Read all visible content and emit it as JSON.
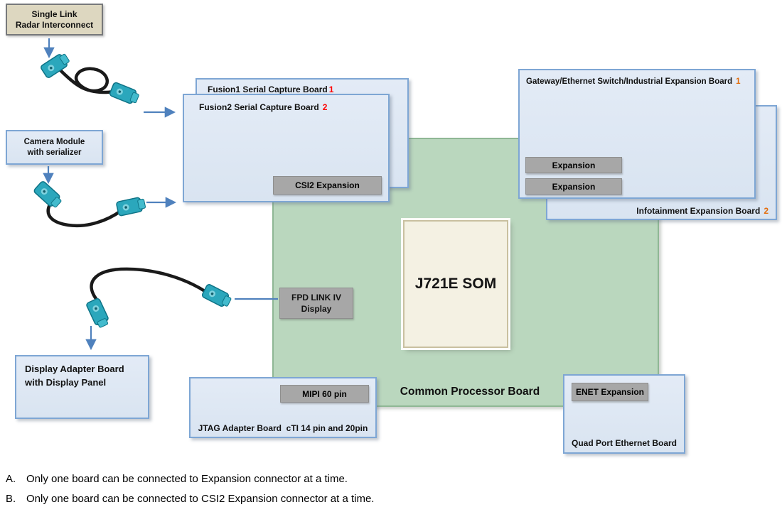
{
  "diagram": {
    "radar_box": {
      "line1": "Single Link",
      "line2": "Radar Interconnect"
    },
    "camera_box": {
      "line1": "Camera Module",
      "line2": "with serializer"
    },
    "fusion1": {
      "title": "Fusion1 Serial Capture Board",
      "number": "1"
    },
    "fusion2": {
      "title": "Fusion2 Serial Capture Board",
      "number": "2"
    },
    "csi2_button": "CSI2 Expansion",
    "gateway": {
      "title": "Gateway/Ethernet Switch/Industrial Expansion Board",
      "number": "1"
    },
    "infotainment": {
      "title": "Infotainment Expansion Board",
      "number": "2"
    },
    "expansion_button1": "Expansion",
    "expansion_button2": "Expansion",
    "som_label": "J721E SOM",
    "common_processor_board_label": "Common Processor Board",
    "fpd_box": {
      "line1": "FPD LINK IV",
      "line2": "Display"
    },
    "display_adapter": {
      "line1": "Display Adapter Board",
      "line2": "with Display Panel"
    },
    "mipi_button": "MIPI 60 pin",
    "jtag_label": "JTAG Adapter Board  cTI 14 pin and 20pin",
    "enet_button": "ENET Expansion",
    "quad_port_label": "Quad Port Ethernet Board"
  },
  "notes": [
    {
      "label": "A.",
      "text": "Only one board can be connected to Expansion connector at a time."
    },
    {
      "label": "B.",
      "text": "Only one board can be connected to CSI2 Expansion connector at a time."
    }
  ],
  "colors": {
    "board_green": "#bad7be",
    "panel_blue": "#dbe6f2",
    "panel_border_blue": "#7ea6d4",
    "connector_gray": "#a7a7a7",
    "radar_tan": "#ddd7c0",
    "arrow_blue": "#4f81bd",
    "number_red": "#ff0000",
    "number_orange": "#e36c0a",
    "cable_teal": "#2ba7bc",
    "som_cream": "#f4f1e3"
  }
}
